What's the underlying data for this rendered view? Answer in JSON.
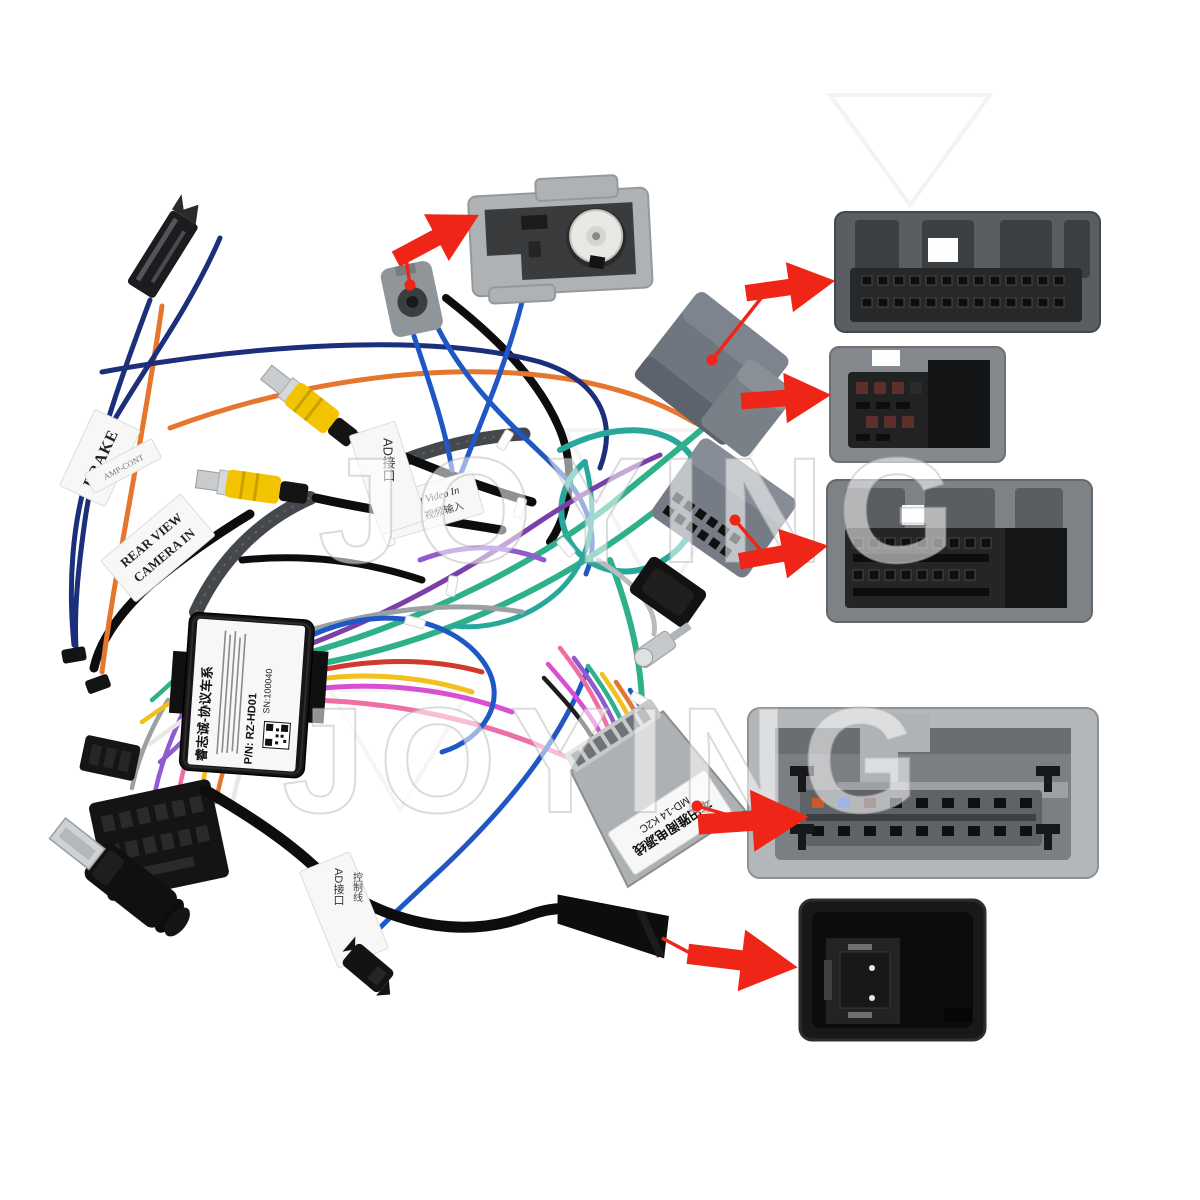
{
  "watermark": {
    "text": "JOYING"
  },
  "tags": {
    "brake": "BRAKE",
    "amp_cont": "AMP-CONT",
    "rear_view_line1": "REAR VIEW",
    "rear_view_line2": "CAMERA IN",
    "right_video_line1": "Right Video In",
    "right_video_line2": "右视视频输入",
    "ad_port": "AD接口",
    "blue_tag_line1": "AD接口",
    "blue_tag_line2": "控制线",
    "power_label_line1": "MD-14 K2C",
    "power_label_line2": "本田雅阁电源线"
  },
  "control_box": {
    "title": "睿志诚-协议车系",
    "part_number": "P/N: RZ-HD01",
    "serial_number": "SN:100040"
  },
  "colors": {
    "background": "#ffffff",
    "accent_red": "#ee2517",
    "rca_yellow": "#f2c400",
    "connector_gray": "#84888d",
    "connector_gray_light": "#b4b7ba",
    "connector_dark": "#3a3d40",
    "black_plastic": "#161616",
    "label_white": "#f7f7f5",
    "wire_orange": "#e6762e",
    "wire_blue": "#1f58c4",
    "wire_navy": "#1b2f7a",
    "wire_green": "#2eb08a",
    "wire_teal": "#27a89b",
    "wire_purple": "#7b3fa8",
    "wire_violet": "#8e5bd1",
    "wire_pink": "#ef6fa4",
    "wire_magenta": "#d84fd2",
    "wire_yellow": "#f2c01d",
    "wire_red": "#d2382e",
    "wire_black": "#1d1d1d",
    "wire_gray": "#9aa0a4",
    "wire_brown": "#8a5a36",
    "wire_white": "#e8e8e6"
  }
}
